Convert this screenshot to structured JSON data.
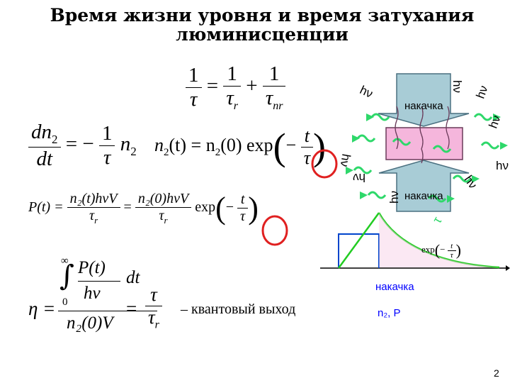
{
  "title": {
    "line1": "Время жизни уровня и время затухания",
    "line2": "люминисценции"
  },
  "formulas": {
    "rates": {
      "one": "1",
      "tau": "τ",
      "tau_r": "τ",
      "sub_r": "r",
      "tau_nr": "τ",
      "sub_nr": "nr",
      "eq": "=",
      "plus": "+"
    },
    "kinetics": {
      "dn2": "dn",
      "sub2": "2",
      "dt": "dt",
      "rhs": "= −",
      "one": "1",
      "tau": "τ",
      "n2": "n",
      "sub2b": "2"
    },
    "solution": {
      "lhs": "n",
      "sub": "2",
      "arg": "(t) = n",
      "sub2": "2",
      "rest": "(0) exp",
      "t": "t",
      "minus": "−",
      "tau": "τ"
    },
    "power": {
      "P": "P(t) =",
      "num1": "n₂(t)hνV",
      "den1": "τ",
      "sub_r1": "r",
      "eq": "=",
      "num2": "n₂(0)hνV",
      "den2": "τ",
      "sub_r2": "r",
      "exp": "exp",
      "t": "t",
      "tau": "τ"
    },
    "efficiency": {
      "eta": "η =",
      "inf": "∞",
      "zero": "0",
      "Pt": "P(t)",
      "hnu": "hν",
      "dtt": "dt",
      "den": "n₂(0)V",
      "eq": "=",
      "tau": "τ",
      "tau_r": "τ",
      "sub_r": "r"
    },
    "quantum_yield": "– квантовый выход"
  },
  "diagram": {
    "pump_top": "накачка",
    "pump_bottom": "накачка",
    "hv_labels": [
      "hν",
      "hν",
      "hν",
      "hν",
      "hν",
      "hν",
      "hν",
      "hν",
      "hν"
    ],
    "tau_label": "τ"
  },
  "plot": {
    "exp_label": "exp",
    "exp_t": "t",
    "exp_tau": "τ",
    "x_label": "накачка",
    "legend": "n₂, P"
  },
  "page_number": "2",
  "colors": {
    "pump_box": "#a8ccd6",
    "crystal": "#f5b6dc",
    "photon": "#2ed86a",
    "circle": "#e02020",
    "pulse": "#0044cc",
    "decay": "#22cc22",
    "label_blue": "#0000ff"
  }
}
